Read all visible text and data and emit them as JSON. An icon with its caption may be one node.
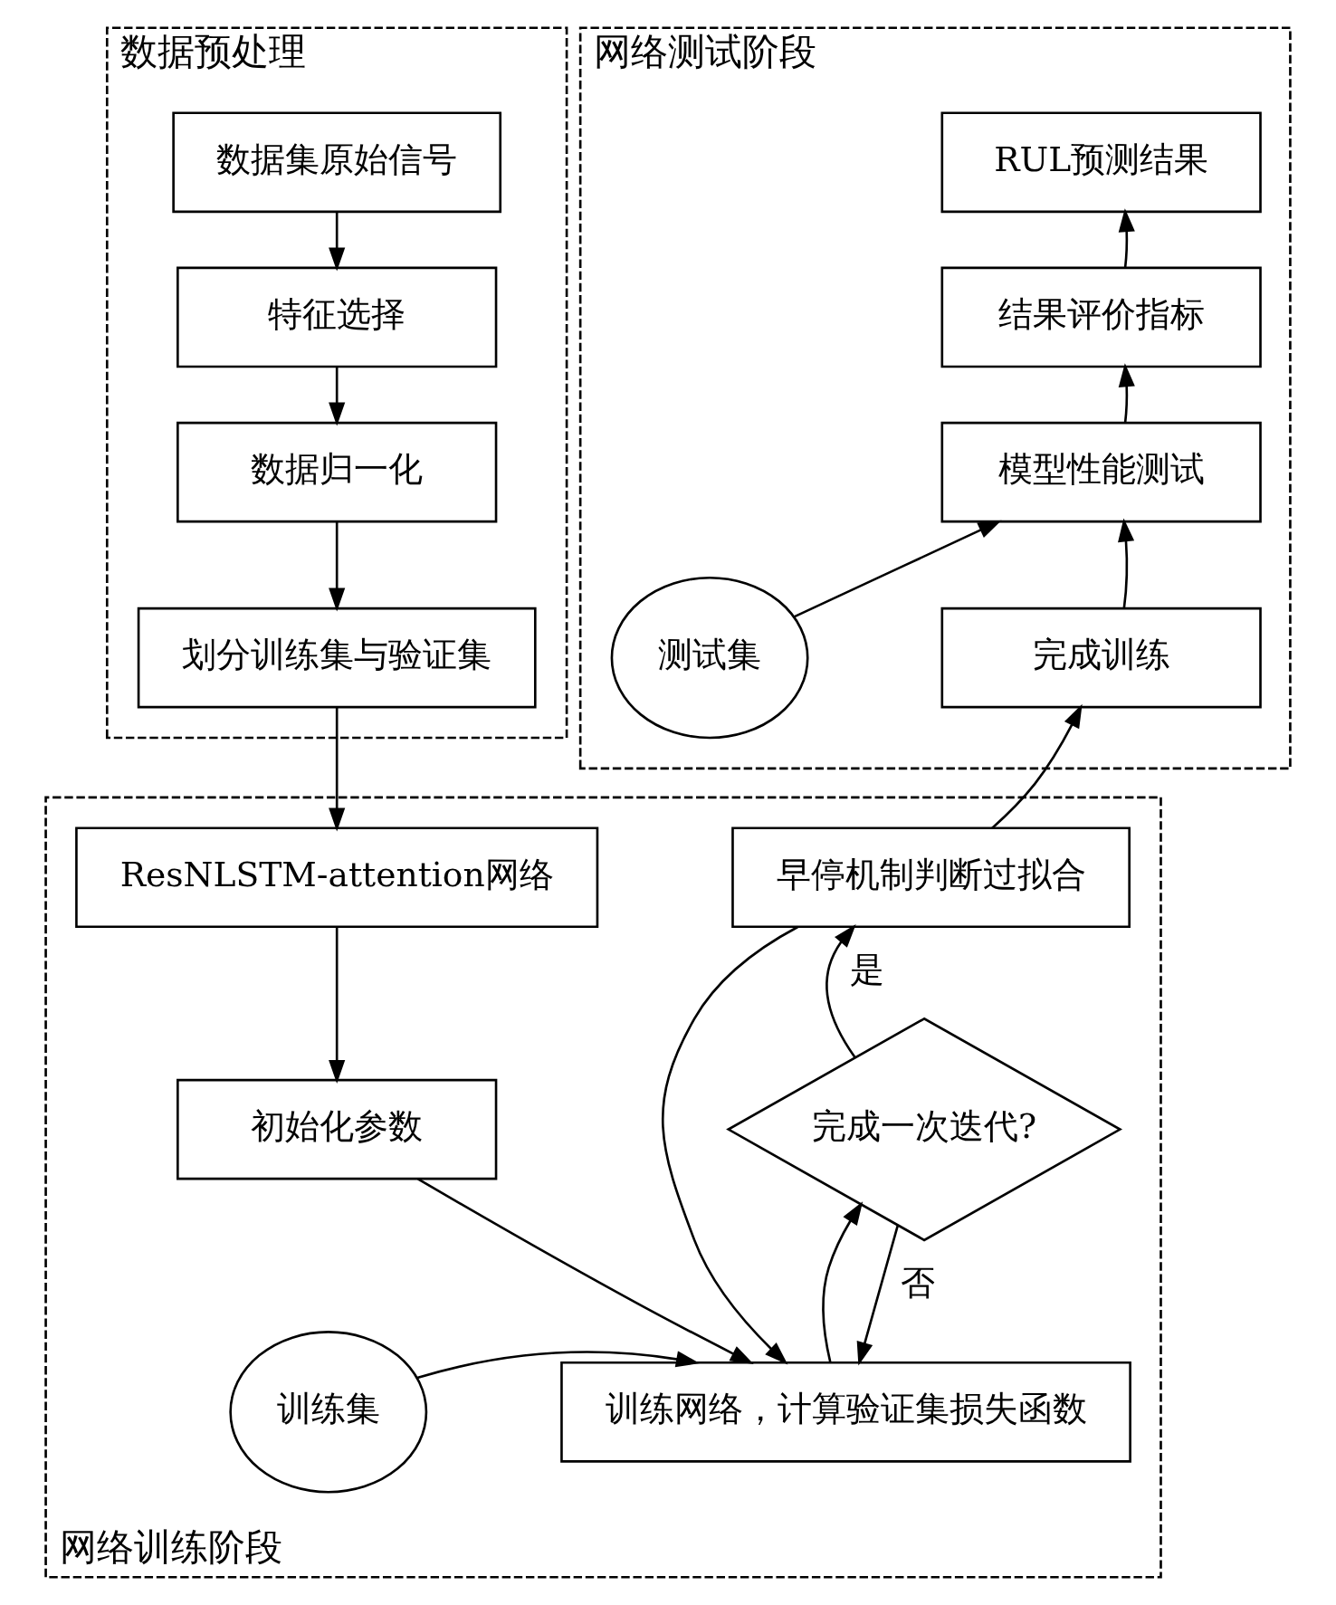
{
  "diagram": {
    "nodes": [
      {
        "text": [
          "数据预处理"
        ]
      },
      {
        "text": [
          "数据集原始信号"
        ],
        "in": 0
      },
      {
        "text": [
          "特征选择"
        ],
        "in": 0
      },
      {
        "text": [
          "数据归一化"
        ],
        "in": 0
      },
      {
        "text": [
          "划分训练集与验证集"
        ],
        "in": 0
      },
      {
        "text": [
          "网络测试阶段"
        ]
      },
      {
        "text": [
          "RUL预测结果"
        ],
        "in": 5
      },
      {
        "text": [
          "结果评价指标"
        ],
        "in": 5
      },
      {
        "text": [
          "模型性能测试"
        ],
        "in": 5
      },
      {
        "text": [
          "测试集"
        ],
        "in": 5
      },
      {
        "text": [
          "完成训练"
        ],
        "in": 5
      },
      {
        "text": [
          "网络训练阶段"
        ]
      },
      {
        "text": [
          "ResNLSTM-attention网络"
        ],
        "in": 11
      },
      {
        "text": [
          "初始化参数"
        ],
        "in": 11
      },
      {
        "text": [
          "训练集"
        ],
        "in": 11
      },
      {
        "text": [
          "训练网络，计算验证集损失函数"
        ],
        "in": 11
      },
      {
        "text": [
          "早停机制判断过拟合"
        ],
        "in": 11
      },
      {
        "text": [
          "完成一次迭代?"
        ],
        "in": 11
      }
    ],
    "edges": [
      {
        "from": 1,
        "to": 2,
        "arrow": "to"
      },
      {
        "from": 2,
        "to": 3,
        "arrow": "to"
      },
      {
        "from": 3,
        "to": 4,
        "arrow": "to"
      },
      {
        "from": 4,
        "to": 12,
        "arrow": "to"
      },
      {
        "from": 12,
        "to": 13,
        "arrow": "to"
      },
      {
        "from": 13,
        "to": 15,
        "arrow": "to"
      },
      {
        "from": 14,
        "to": 15,
        "arrow": "to"
      },
      {
        "from": 15,
        "to": 17,
        "arrow": "to"
      },
      {
        "from": 17,
        "to": 16,
        "arrow": "to",
        "label": "是"
      },
      {
        "from": 17,
        "to": 15,
        "arrow": "to",
        "label": "否"
      },
      {
        "from": 16,
        "to": 15,
        "arrow": "to"
      },
      {
        "from": 16,
        "to": 10,
        "arrow": "to"
      },
      {
        "from": 10,
        "to": 8,
        "arrow": "to"
      },
      {
        "from": 9,
        "to": 8,
        "arrow": "to"
      },
      {
        "from": 8,
        "to": 7,
        "arrow": "to"
      },
      {
        "from": 7,
        "to": 6,
        "arrow": "to"
      }
    ]
  }
}
